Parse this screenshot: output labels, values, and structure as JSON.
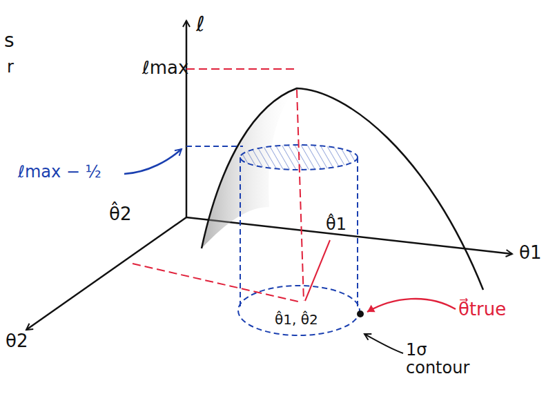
{
  "diagram": {
    "labels": [
      "s",
      "r",
      "ℓ",
      "ℓmax",
      "ℓmax − ½",
      "θ̂2",
      "θ1",
      "θ̂1",
      "θ̂1, θ̂2",
      "θ⃗true",
      "1σ contour",
      "θ2"
    ]
  }
}
